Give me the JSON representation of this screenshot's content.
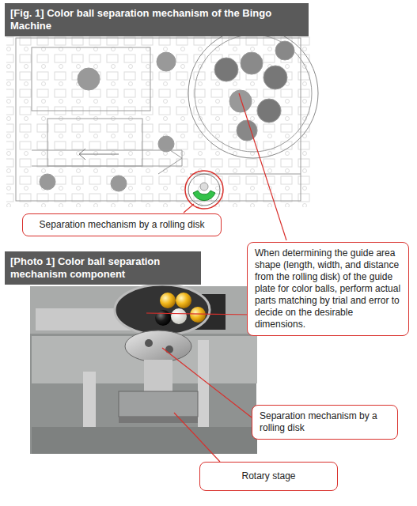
{
  "diagram": {
    "title": "[Fig. 1] Color ball separation mechanism of the Bingo Machine",
    "nodes": [
      {
        "text": [
          "Separation mechanism by a rolling disk"
        ]
      },
      {
        "text": [
          "When determining the guide area shape (length, width, and distance from the rolling disk) of the guide plate for color balls, perform actual parts matching by trial and error to decide on the desirable dimensions."
        ]
      },
      {
        "text": [
          "[Photo 1] Color ball separation mechanism component"
        ]
      },
      {
        "text": [
          "Separation mechanism by a rolling disk"
        ]
      },
      {
        "text": [
          "Rotary stage"
        ]
      }
    ]
  }
}
